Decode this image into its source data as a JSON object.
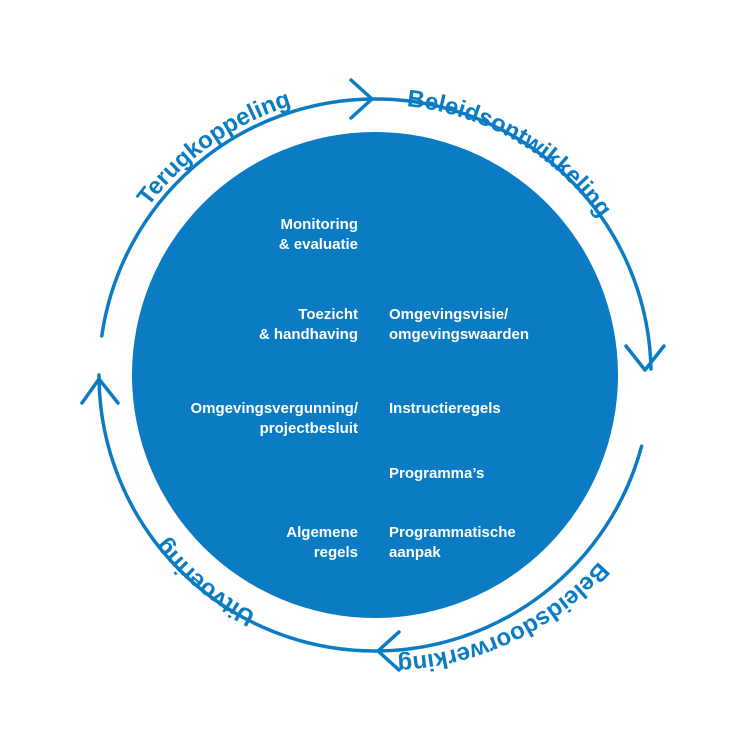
{
  "colors": {
    "primary": "#0b7cc4",
    "background": "#ffffff",
    "inner_text": "#ffffff"
  },
  "cycle_phases": {
    "beleidsontwikkeling": "Beleidsontwikkeling",
    "beleidsdoorwerking": "Beleidsdoorwerking",
    "uitvoering": "Uitvoering",
    "terugkoppeling": "Terugkoppeling"
  },
  "left_items": [
    {
      "line1": "Monitoring",
      "line2": "& evaluatie"
    },
    {
      "line1": "Toezicht",
      "line2": "& handhaving"
    },
    {
      "line1": "Omgevingsvergunning/",
      "line2": "projectbesluit"
    },
    {
      "line1": "Algemene",
      "line2": "regels"
    }
  ],
  "right_items": [
    {
      "line1": "Omgevingsvisie/",
      "line2": "omgevingswaarden"
    },
    {
      "line1": "Instructieregels"
    },
    {
      "line1": "Programma’s"
    },
    {
      "line1": "Programmatische",
      "line2": "aanpak"
    }
  ]
}
